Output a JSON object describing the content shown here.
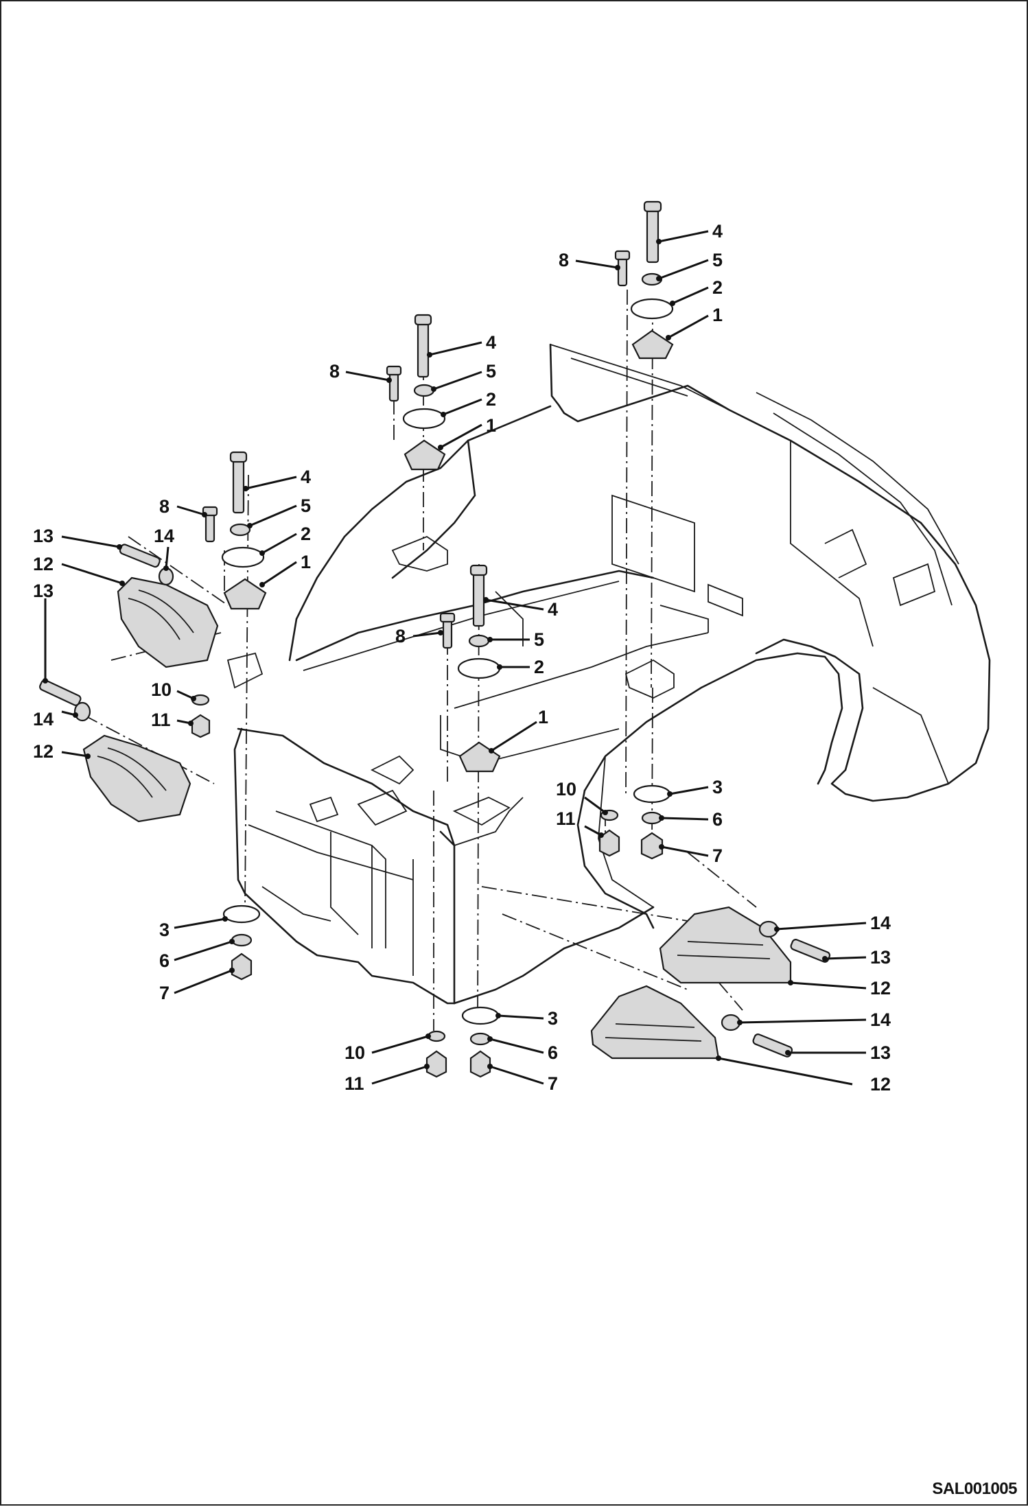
{
  "drawing_code": "SAL001005",
  "callouts": [
    {
      "id": "c1",
      "text": "4"
    },
    {
      "id": "c2",
      "text": "8"
    },
    {
      "id": "c3",
      "text": "5"
    },
    {
      "id": "c4",
      "text": "2"
    },
    {
      "id": "c5",
      "text": "1"
    },
    {
      "id": "c6",
      "text": "4"
    },
    {
      "id": "c7",
      "text": "8"
    },
    {
      "id": "c8",
      "text": "5"
    },
    {
      "id": "c9",
      "text": "2"
    },
    {
      "id": "c10",
      "text": "1"
    },
    {
      "id": "c11",
      "text": "4"
    },
    {
      "id": "c12",
      "text": "8"
    },
    {
      "id": "c13",
      "text": "5"
    },
    {
      "id": "c14",
      "text": "2"
    },
    {
      "id": "c15",
      "text": "1"
    },
    {
      "id": "c16",
      "text": "13"
    },
    {
      "id": "c17",
      "text": "14"
    },
    {
      "id": "c18",
      "text": "12"
    },
    {
      "id": "c19",
      "text": "13"
    },
    {
      "id": "c20",
      "text": "14"
    },
    {
      "id": "c21",
      "text": "12"
    },
    {
      "id": "c22",
      "text": "10"
    },
    {
      "id": "c23",
      "text": "11"
    },
    {
      "id": "c24",
      "text": "4"
    },
    {
      "id": "c25",
      "text": "8"
    },
    {
      "id": "c26",
      "text": "5"
    },
    {
      "id": "c27",
      "text": "2"
    },
    {
      "id": "c28",
      "text": "1"
    },
    {
      "id": "c29",
      "text": "10"
    },
    {
      "id": "c30",
      "text": "11"
    },
    {
      "id": "c31",
      "text": "3"
    },
    {
      "id": "c32",
      "text": "6"
    },
    {
      "id": "c33",
      "text": "7"
    },
    {
      "id": "c34",
      "text": "3"
    },
    {
      "id": "c35",
      "text": "6"
    },
    {
      "id": "c36",
      "text": "7"
    },
    {
      "id": "c37",
      "text": "14"
    },
    {
      "id": "c38",
      "text": "13"
    },
    {
      "id": "c39",
      "text": "12"
    },
    {
      "id": "c40",
      "text": "14"
    },
    {
      "id": "c41",
      "text": "13"
    },
    {
      "id": "c42",
      "text": "12"
    },
    {
      "id": "c43",
      "text": "3"
    },
    {
      "id": "c44",
      "text": "6"
    },
    {
      "id": "c45",
      "text": "7"
    },
    {
      "id": "c46",
      "text": "10"
    },
    {
      "id": "c47",
      "text": "11"
    }
  ]
}
